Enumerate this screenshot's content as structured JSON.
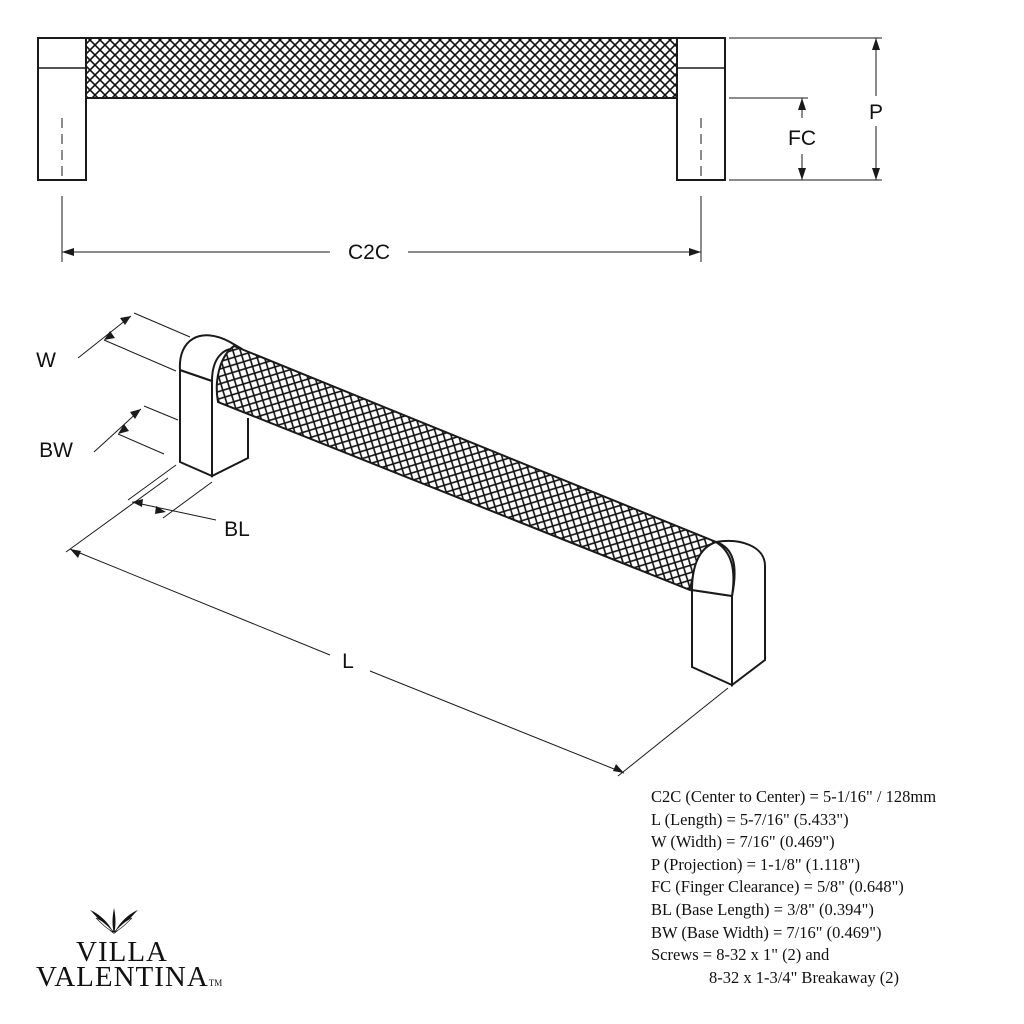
{
  "dimension_labels": {
    "c2c": "C2C",
    "p": "P",
    "fc": "FC",
    "w": "W",
    "bw": "BW",
    "bl": "BL",
    "l": "L"
  },
  "specs": [
    "C2C (Center to Center) = 5-1/16\" / 128mm",
    "L (Length) = 5-7/16\" (5.433\")",
    "W (Width) = 7/16\" (0.469\")",
    "P (Projection) = 1-1/8\" (1.118\")",
    "FC (Finger Clearance) = 5/8\" (0.648\")",
    "BL (Base Length) = 3/8\" (0.394\")",
    "BW (Base Width) = 7/16\" (0.469\")",
    "Screws = 8-32 x 1\" (2) and",
    "8-32 x 1-3/4\" Breakaway (2)"
  ],
  "logo": {
    "line1": "VILLA",
    "line2": "VALENTINA",
    "tm": "TM",
    "icon": "leaf-mark-icon"
  },
  "colors": {
    "line": "#1a1a1a",
    "background": "#ffffff"
  }
}
